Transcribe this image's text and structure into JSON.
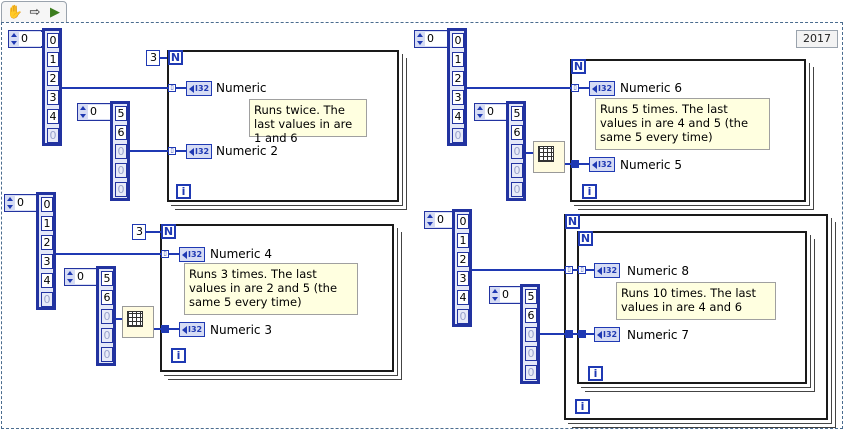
{
  "toolbar": {
    "hand_icon": "hand-icon",
    "arrow_icon": "arrow-icon",
    "run_icon": "run-icon"
  },
  "version": "2017",
  "colors": {
    "wire": "#1f39b3",
    "note_bg": "#ffffe0",
    "border": "#4a6c8f"
  },
  "arrays": {
    "a1": {
      "index": "0",
      "cells": [
        "0",
        "1",
        "2",
        "3",
        "4",
        "0"
      ]
    },
    "a2": {
      "index": "0",
      "cells": [
        "5",
        "6",
        "0",
        "0",
        "0"
      ]
    },
    "a3": {
      "index": "0",
      "cells": [
        "0",
        "1",
        "2",
        "3",
        "4",
        "0"
      ]
    },
    "a4": {
      "index": "0",
      "cells": [
        "5",
        "6",
        "0",
        "0",
        "0"
      ]
    },
    "a5": {
      "index": "0",
      "cells": [
        "0",
        "1",
        "2",
        "3",
        "4",
        "0"
      ]
    },
    "a6": {
      "index": "0",
      "cells": [
        "5",
        "6",
        "0",
        "0",
        "0"
      ]
    },
    "a7": {
      "index": "0",
      "cells": [
        "0",
        "1",
        "2",
        "3",
        "4",
        "0"
      ]
    },
    "a8": {
      "index": "0",
      "cells": [
        "5",
        "6",
        "0",
        "0",
        "0"
      ]
    }
  },
  "loops": {
    "l1": {
      "count_const": "3",
      "n": "N",
      "i": "i",
      "out_a": "Numeric",
      "out_b": "Numeric 2",
      "note": "Runs twice. The last values in are 1 and 6"
    },
    "l2": {
      "n": "N",
      "i": "i",
      "out_a": "Numeric 6",
      "out_b": "Numeric 5",
      "note": "Runs 5 times. The last values in are 4 and 5 (the same 5 every time)"
    },
    "l3": {
      "count_const": "3",
      "n": "N",
      "i": "i",
      "out_a": "Numeric 4",
      "out_b": "Numeric 3",
      "note": "Runs 3 times. The last values in are 2 and 5 (the same 5 every time)"
    },
    "l4": {
      "n_outer": "N",
      "i_outer": "i",
      "n": "N",
      "i": "i",
      "out_a": "Numeric 8",
      "out_b": "Numeric 7",
      "note": "Runs 10 times. The last values in are 4 and 6"
    }
  },
  "indicator_type": "I32"
}
